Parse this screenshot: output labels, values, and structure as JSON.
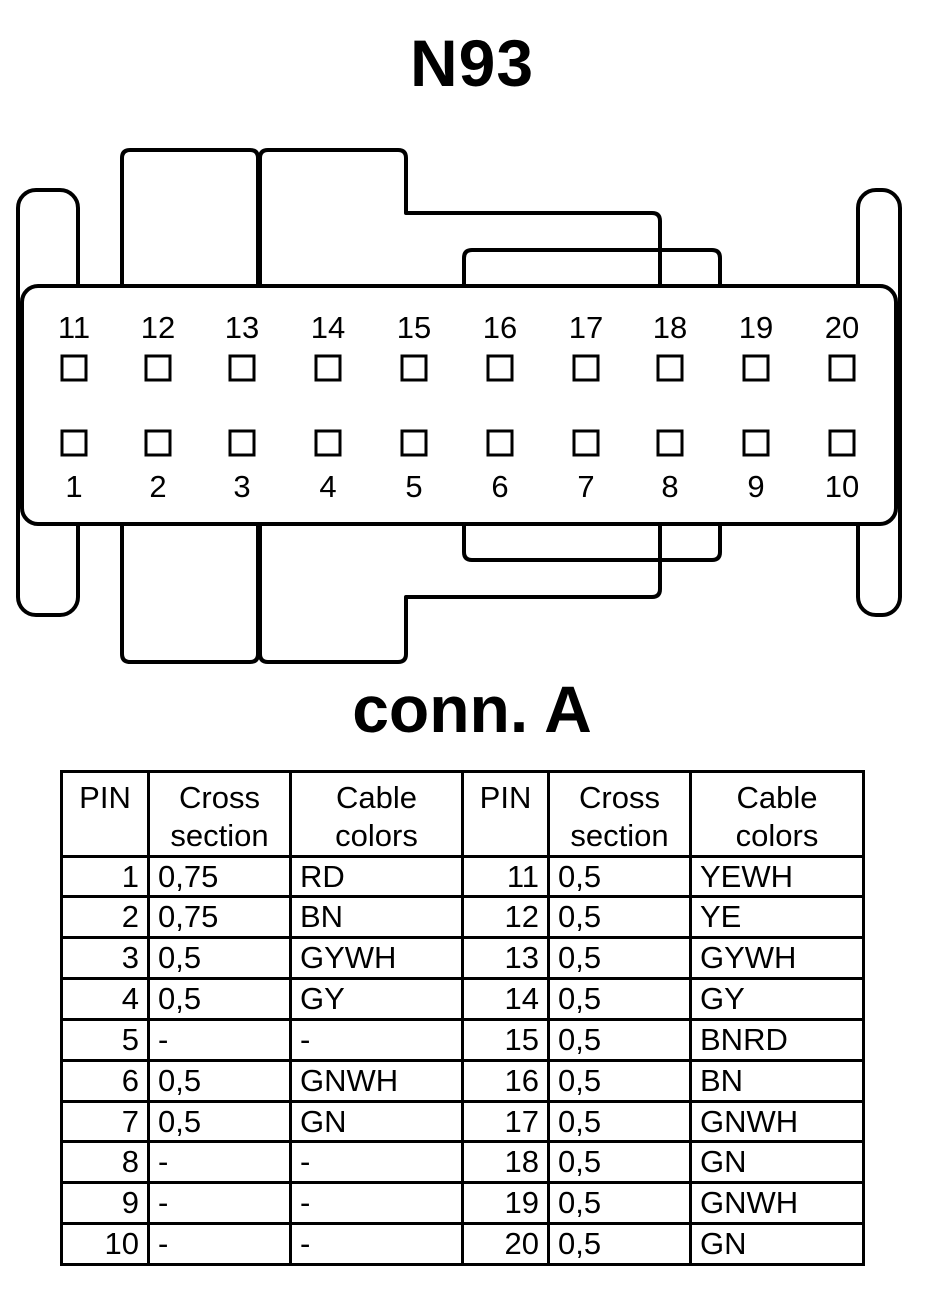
{
  "title": "N93",
  "connector_label": "conn. A",
  "top_row_pins": [
    "11",
    "12",
    "13",
    "14",
    "15",
    "16",
    "17",
    "18",
    "19",
    "20"
  ],
  "bottom_row_pins": [
    "1",
    "2",
    "3",
    "4",
    "5",
    "6",
    "7",
    "8",
    "9",
    "10"
  ],
  "table": {
    "headers": [
      [
        "PIN"
      ],
      [
        "Cross",
        "section"
      ],
      [
        "Cable",
        "colors"
      ],
      [
        "PIN"
      ],
      [
        "Cross",
        "section"
      ],
      [
        "Cable",
        "colors"
      ]
    ],
    "rows": [
      [
        "1",
        "0,75",
        "RD",
        "11",
        "0,5",
        "YEWH"
      ],
      [
        "2",
        "0,75",
        "BN",
        "12",
        "0,5",
        "YE"
      ],
      [
        "3",
        "0,5",
        "GYWH",
        "13",
        "0,5",
        "GYWH"
      ],
      [
        "4",
        "0,5",
        "GY",
        "14",
        "0,5",
        "GY"
      ],
      [
        "5",
        "-",
        "-",
        "15",
        "0,5",
        "BNRD"
      ],
      [
        "6",
        "0,5",
        "GNWH",
        "16",
        "0,5",
        "BN"
      ],
      [
        "7",
        "0,5",
        "GN",
        "17",
        "0,5",
        "GNWH"
      ],
      [
        "8",
        "-",
        "-",
        "18",
        "0,5",
        "GN"
      ],
      [
        "9",
        "-",
        "-",
        "19",
        "0,5",
        "GNWH"
      ],
      [
        "10",
        "-",
        "-",
        "20",
        "0,5",
        "GN"
      ]
    ]
  }
}
